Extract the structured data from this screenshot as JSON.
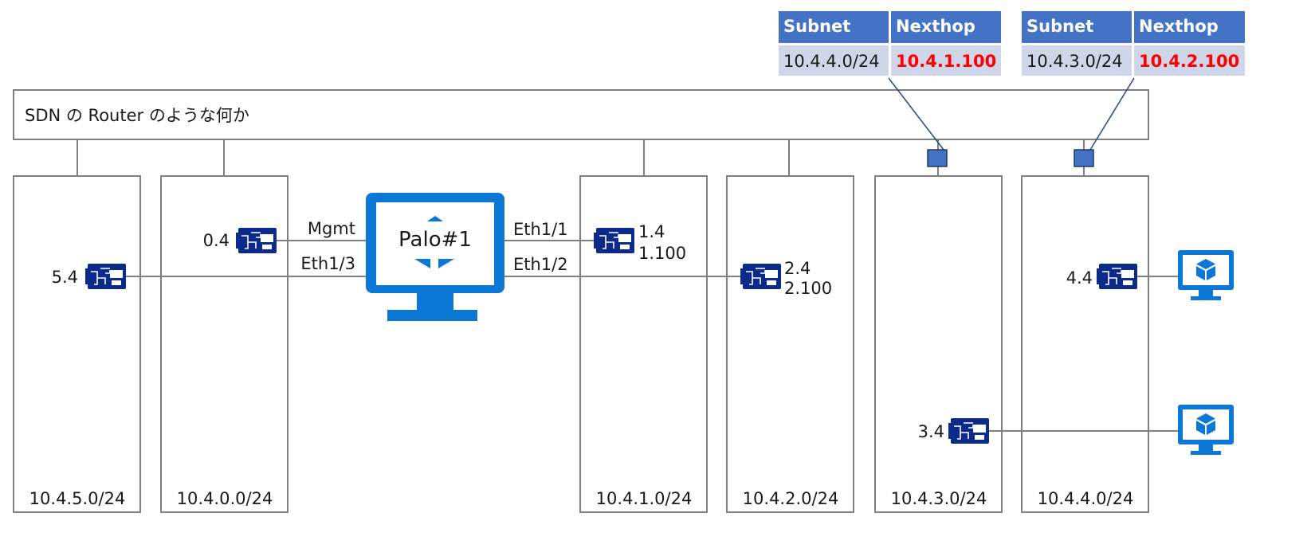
{
  "router": {
    "label": "SDN の Router のような何か"
  },
  "subnets": [
    {
      "id": "s5",
      "cidr": "10.4.5.0/24"
    },
    {
      "id": "s0",
      "cidr": "10.4.0.0/24"
    },
    {
      "id": "s1",
      "cidr": "10.4.1.0/24"
    },
    {
      "id": "s2",
      "cidr": "10.4.2.0/24"
    },
    {
      "id": "s3",
      "cidr": "10.4.3.0/24"
    },
    {
      "id": "s4",
      "cidr": "10.4.4.0/24"
    }
  ],
  "firewall": {
    "name": "Palo#1",
    "ports": {
      "mgmt": "Mgmt",
      "eth1_1": "Eth1/1",
      "eth1_2": "Eth1/2",
      "eth1_3": "Eth1/3"
    }
  },
  "nics": [
    {
      "id": "nic-s5",
      "addr": "5.4",
      "icon": "network-card-icon"
    },
    {
      "id": "nic-s0",
      "addr": "0.4",
      "icon": "network-card-icon"
    },
    {
      "id": "nic-s1",
      "addr": "1.4",
      "addr2": "1.100",
      "icon": "network-card-icon"
    },
    {
      "id": "nic-s2",
      "addr": "2.4",
      "addr2": "2.100",
      "icon": "network-card-icon"
    },
    {
      "id": "nic-s3",
      "addr": "3.4",
      "icon": "network-card-icon"
    },
    {
      "id": "nic-s4",
      "addr": "4.4",
      "icon": "network-card-icon"
    }
  ],
  "vms": [
    {
      "id": "vm-s4",
      "icon": "virtual-machine-icon"
    },
    {
      "id": "vm-s3",
      "icon": "virtual-machine-icon"
    }
  ],
  "route_tables": [
    {
      "id": "rt-s3",
      "headers": [
        "Subnet",
        "Nexthop"
      ],
      "rows": [
        [
          "10.4.4.0/24",
          "10.4.1.100"
        ]
      ]
    },
    {
      "id": "rt-s4",
      "headers": [
        "Subnet",
        "Nexthop"
      ],
      "rows": [
        [
          "10.4.3.0/24",
          "10.4.2.100"
        ]
      ]
    }
  ],
  "colors": {
    "table_header": "#4472c4",
    "table_cell": "#d0d6e9",
    "nexthop_text": "#ff0000",
    "nic": "#0b2a8a",
    "monitor": "#0a78d4",
    "line": "#7f7f7f"
  }
}
